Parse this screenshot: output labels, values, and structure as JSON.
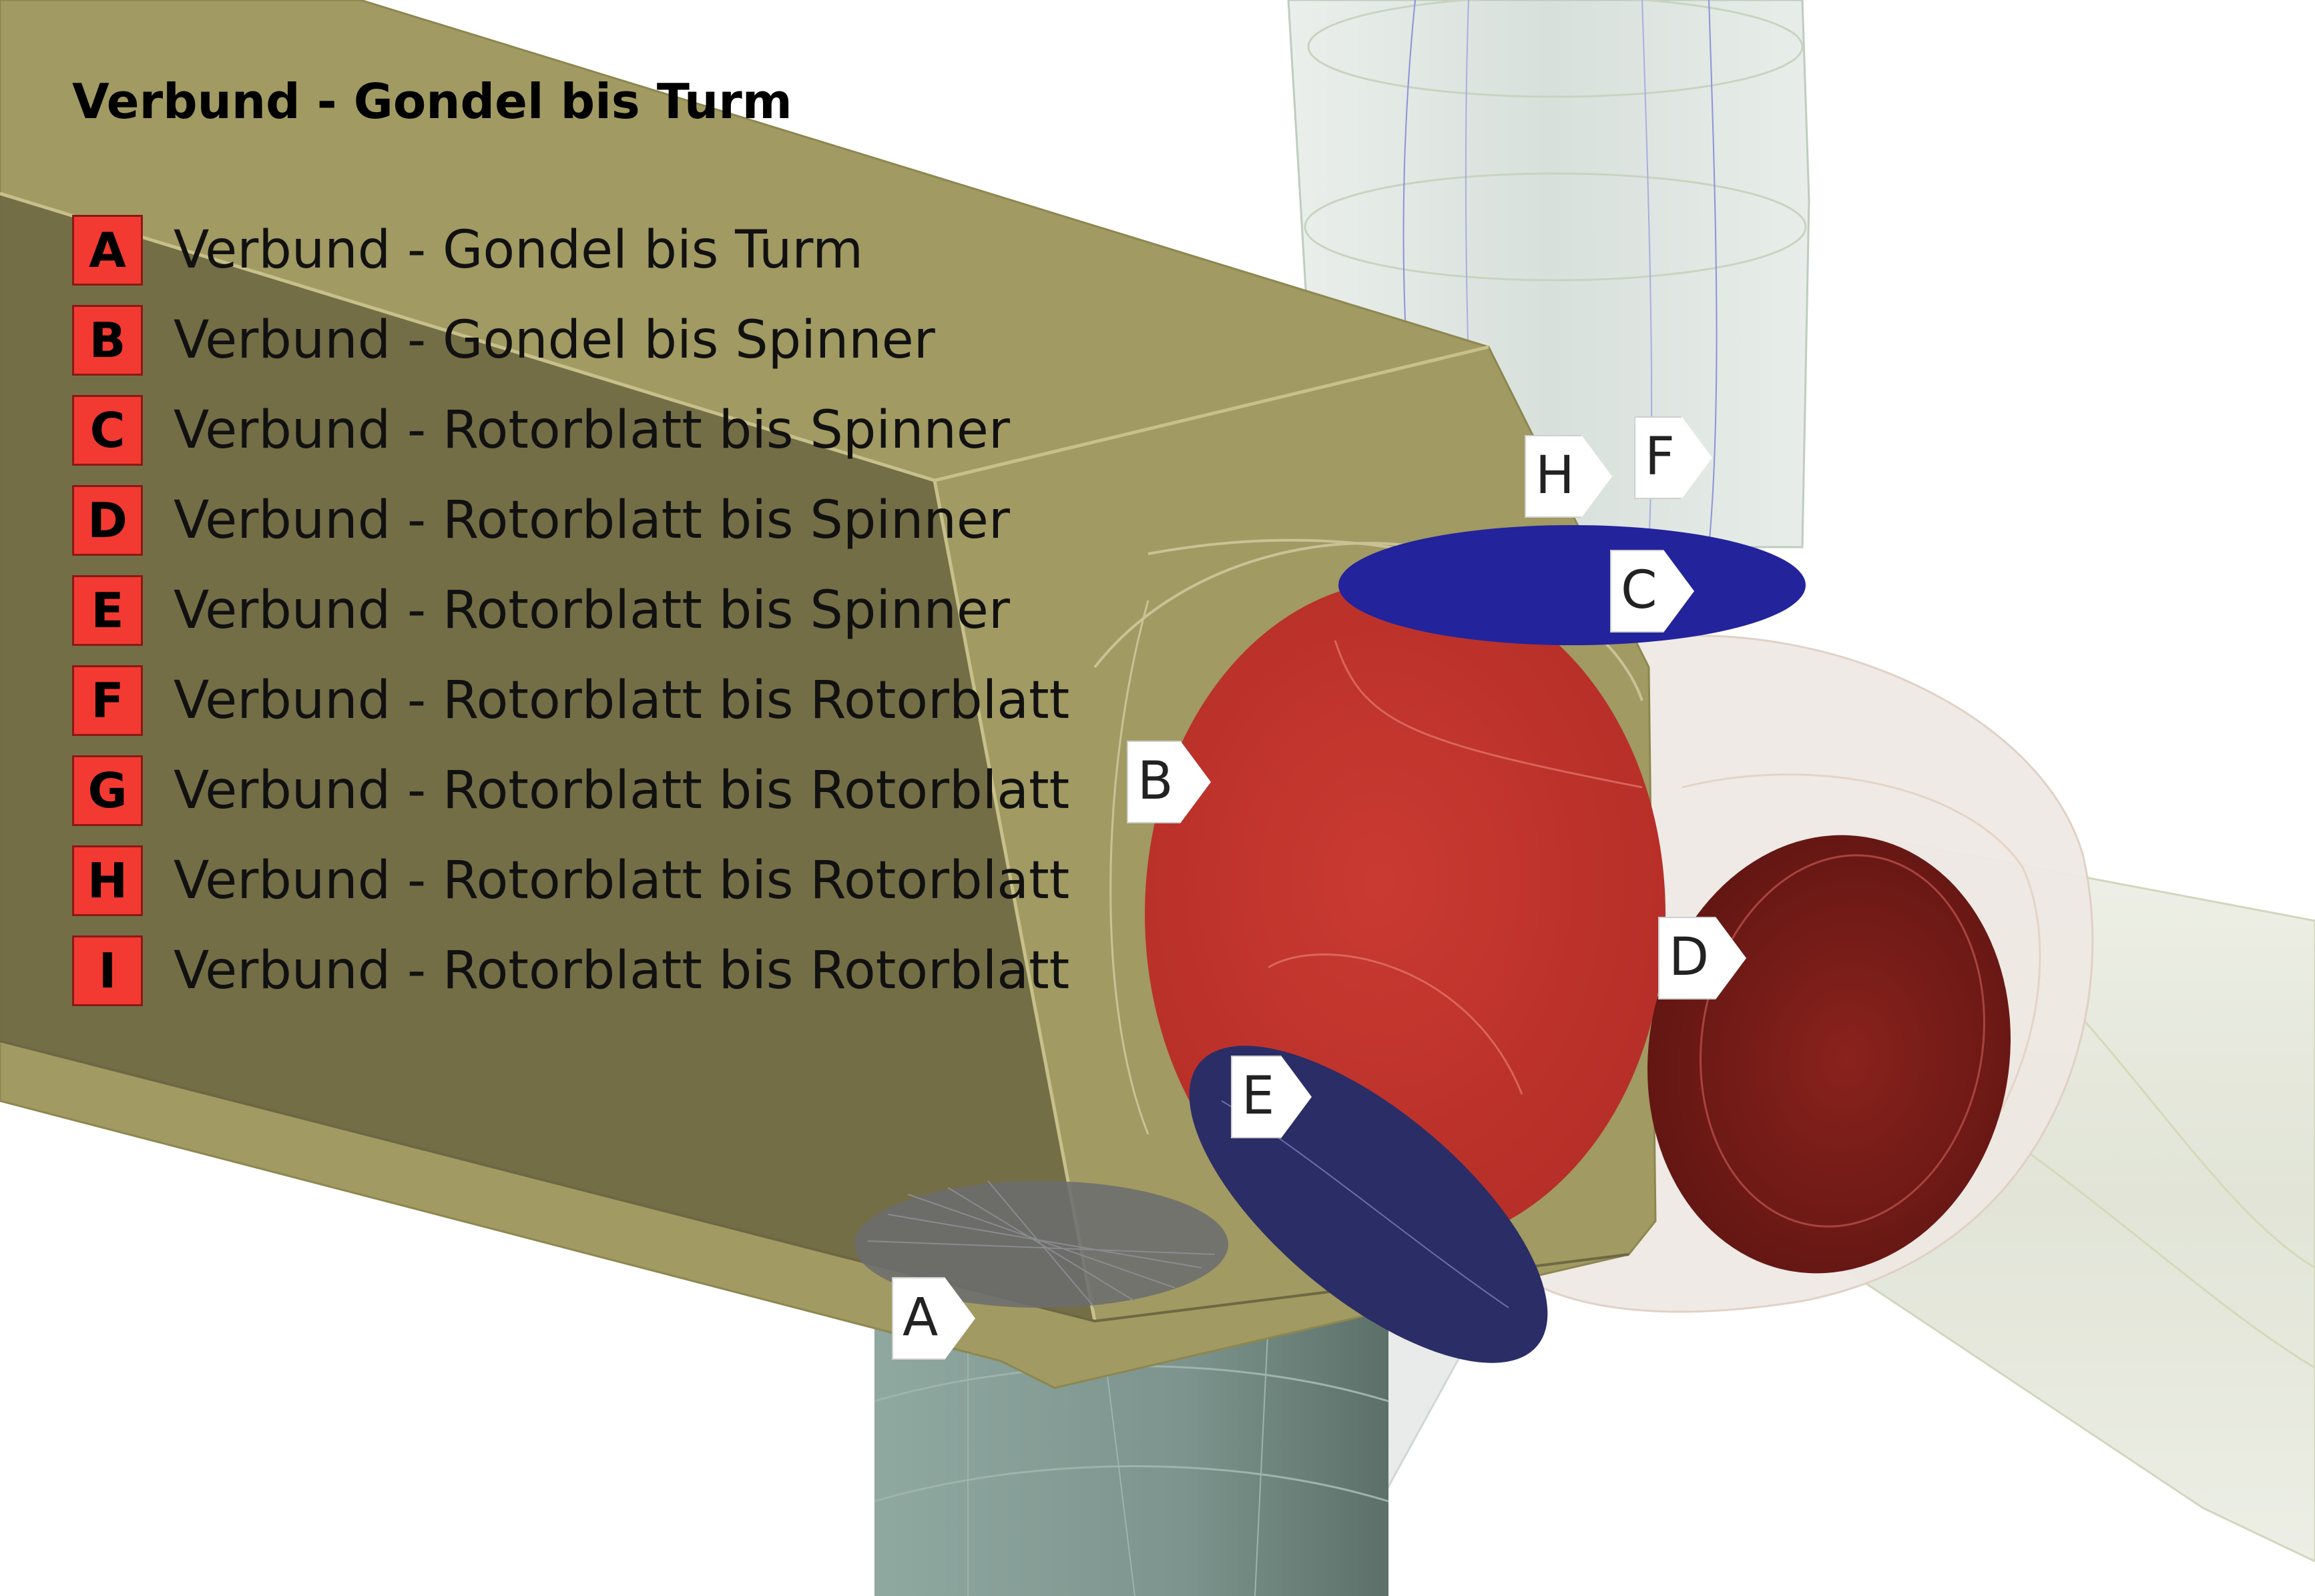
{
  "title": "Verbund - Gondel bis Turm",
  "legend": [
    {
      "key": "A",
      "label": "Verbund - Gondel bis Turm"
    },
    {
      "key": "B",
      "label": "Verbund - Gondel bis Spinner"
    },
    {
      "key": "C",
      "label": "Verbund - Rotorblatt bis Spinner"
    },
    {
      "key": "D",
      "label": "Verbund - Rotorblatt bis Spinner"
    },
    {
      "key": "E",
      "label": "Verbund - Rotorblatt bis Spinner"
    },
    {
      "key": "F",
      "label": "Verbund - Rotorblatt bis Rotorblatt"
    },
    {
      "key": "G",
      "label": "Verbund - Rotorblatt bis Rotorblatt"
    },
    {
      "key": "H",
      "label": "Verbund - Rotorblatt bis Rotorblatt"
    },
    {
      "key": "I",
      "label": "Verbund - Rotorblatt bis Rotorblatt"
    }
  ],
  "callouts": {
    "a": "A",
    "b": "B",
    "c": "C",
    "d": "D",
    "e": "E",
    "f": "F",
    "h": "H"
  },
  "colors": {
    "badge": "#f23a32",
    "nacelle": "#a39b62",
    "spinner": "#c0332c",
    "contact_blue": "#23239c",
    "contact_navy": "#2b2d66",
    "contact_darkred": "#7d1c18",
    "tower": "#7f9a92"
  }
}
